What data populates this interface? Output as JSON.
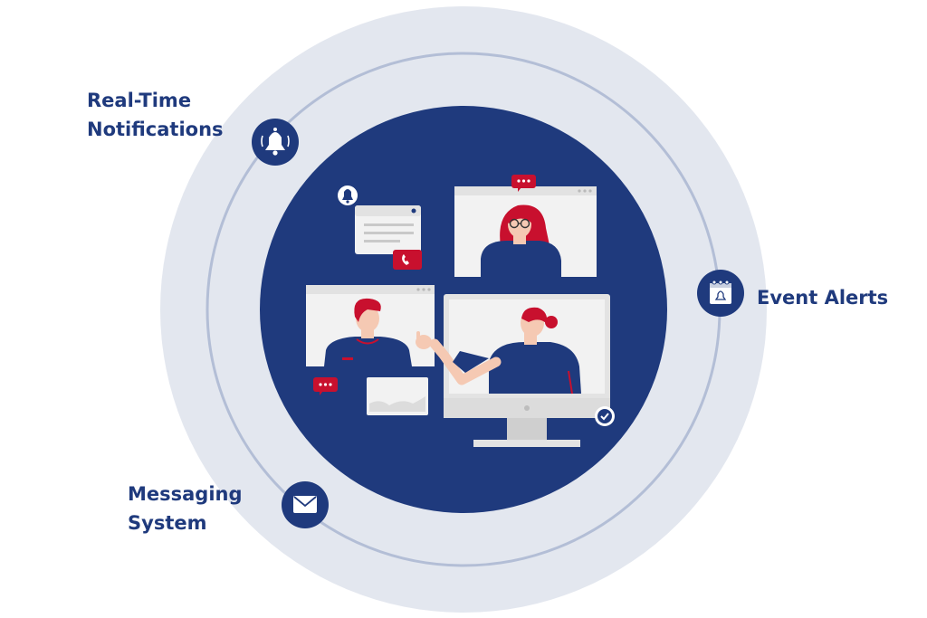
{
  "features": {
    "notifications": {
      "line1": "Real-Time",
      "line2": "Notifications",
      "icon": "bell-icon"
    },
    "event_alerts": {
      "label": "Event Alerts",
      "icon": "calendar-alert-icon"
    },
    "messaging": {
      "line1": "Messaging",
      "line2": "System",
      "icon": "envelope-icon"
    }
  },
  "colors": {
    "navy": "#1f3a7d",
    "outer_ring": "#e3e7ef",
    "ring_line": "#b3bed6",
    "accent_red": "#c8102e",
    "skin": "#f5c9b3",
    "screen": "#f2f2f2"
  }
}
